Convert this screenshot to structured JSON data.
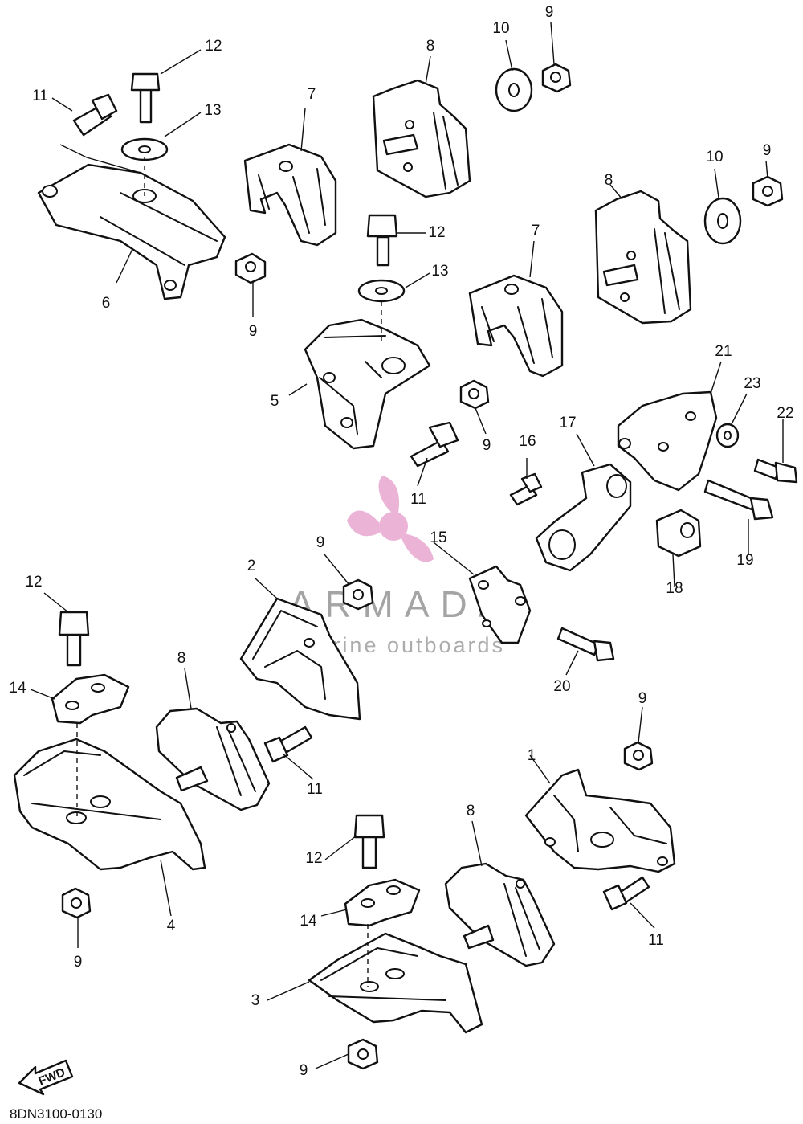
{
  "diagram": {
    "code": "8DN3100-0130",
    "direction_label": "FWD",
    "watermark": {
      "brand": "ARMADA",
      "tagline": "marine outboards",
      "accent": "#e8a6cf"
    },
    "callouts": [
      "11",
      "12",
      "13",
      "6",
      "9",
      "7",
      "8",
      "10",
      "9",
      "10",
      "9",
      "8",
      "7",
      "12",
      "13",
      "5",
      "9",
      "11",
      "16",
      "17",
      "21",
      "23",
      "22",
      "19",
      "18",
      "15",
      "20",
      "2",
      "9",
      "12",
      "14",
      "8",
      "11",
      "4",
      "9",
      "1",
      "9",
      "8",
      "12",
      "14",
      "11",
      "3",
      "9"
    ]
  }
}
